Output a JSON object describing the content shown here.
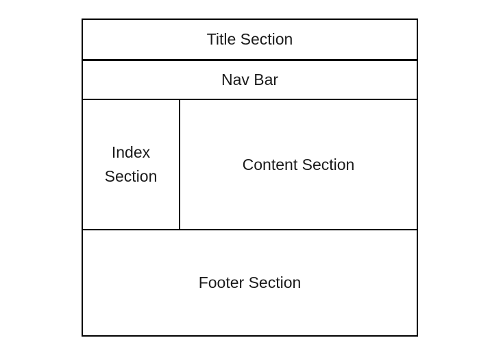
{
  "wireframe": {
    "sections": {
      "title": {
        "label": "Title Section"
      },
      "nav": {
        "label": "Nav Bar"
      },
      "index": {
        "label": "Index Section"
      },
      "content": {
        "label": "Content Section"
      },
      "footer": {
        "label": "Footer Section"
      }
    },
    "colors": {
      "border": "#000000",
      "background": "#ffffff",
      "text": "#1a1a1a"
    }
  }
}
